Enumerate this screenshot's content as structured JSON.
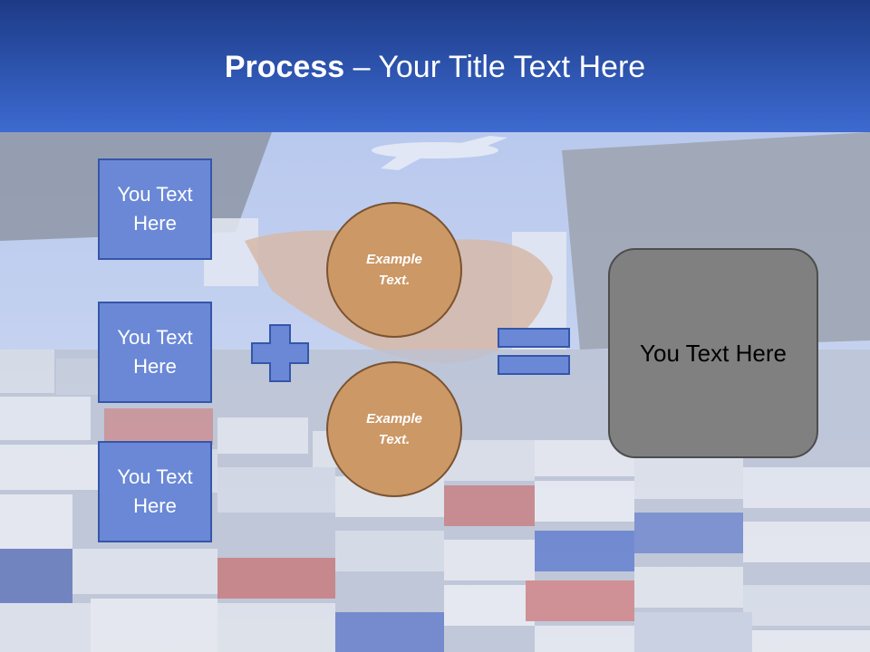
{
  "slide": {
    "title_bold": "Process",
    "title_dash": " – ",
    "title_rest": "Your Title Text Here"
  },
  "left_boxes": [
    {
      "label": "You Text\nHere"
    },
    {
      "label": "You Text\nHere"
    },
    {
      "label": "You Text\nHere"
    }
  ],
  "circles": [
    {
      "label": "Example\nText."
    },
    {
      "label": "Example\nText."
    }
  ],
  "operators": {
    "plus": "plus-icon",
    "equals": "equals-icon"
  },
  "result_box": {
    "label": "You Text Here"
  },
  "colors": {
    "header_blue": "#2e55b0",
    "box_blue": "#6a88d6",
    "circle_orange": "#cc9866",
    "result_gray": "#808080"
  }
}
